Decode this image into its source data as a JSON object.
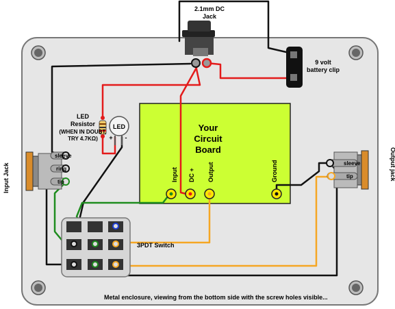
{
  "labels": {
    "dc_jack_line1": "2.1mm DC",
    "dc_jack_line2": "Jack",
    "battery_line1": "9 volt",
    "battery_line2": "battery clip",
    "led_resistor_line1": "LED",
    "led_resistor_line2": "Resistor",
    "led_resistor_line3": "(WHEN IN DOUBT,",
    "led_resistor_line4": "TRY 4.7KΩ)",
    "led": "LED",
    "led_plus": "+",
    "led_minus": "-",
    "board_line1": "Your",
    "board_line2": "Circuit",
    "board_line3": "Board",
    "pad_input": "Input",
    "pad_dc": "DC +",
    "pad_output": "Output",
    "pad_ground": "Ground",
    "input_jack": "Input Jack",
    "output_jack": "Output jack",
    "in_sleeve": "sleeve",
    "in_ring": "ring",
    "in_tip": "tip",
    "out_sleeve": "sleeve",
    "out_tip": "tip",
    "switch": "3PDT Switch",
    "caption": "Metal enclosure, viewing from the bottom side with the screw holes visible..."
  },
  "colors": {
    "enclosure": "#e6e6e6",
    "board": "#ccff33",
    "wire_black": "#111111",
    "wire_red": "#e31b1b",
    "wire_green": "#1e8c1e",
    "wire_orange": "#f5a623",
    "wire_blue": "#1f3fd6",
    "pad_yellow": "#ffe600"
  }
}
